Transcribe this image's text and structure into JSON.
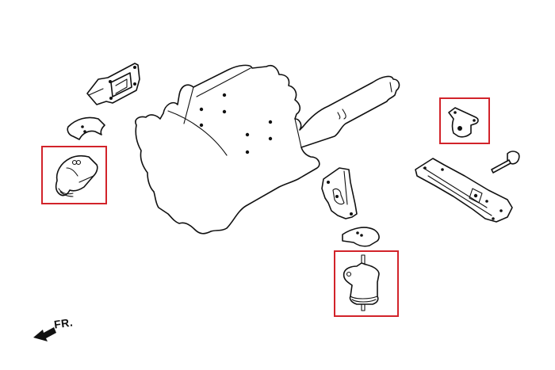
{
  "diagram": {
    "type": "exploded-parts-diagram",
    "subject": "engine and transmission mounts",
    "direction_indicator": {
      "label": "FR.",
      "icon": "arrow-left-icon"
    },
    "highlight_color": "#d2232a",
    "line_color": "#111111",
    "background": "#ffffff",
    "parts": [
      {
        "id": "engine-transmission-assembly",
        "highlighted": false
      },
      {
        "id": "upper-bracket-left",
        "highlighted": false
      },
      {
        "id": "heat-shield-left",
        "highlighted": false
      },
      {
        "id": "engine-mount-left",
        "highlighted": true
      },
      {
        "id": "engine-bracket-right",
        "highlighted": false
      },
      {
        "id": "heat-shield-right",
        "highlighted": false
      },
      {
        "id": "engine-mount-right",
        "highlighted": true
      },
      {
        "id": "transmission-mount",
        "highlighted": true
      },
      {
        "id": "transmission-crossmember",
        "highlighted": false
      },
      {
        "id": "mount-bolt",
        "highlighted": false
      }
    ]
  }
}
